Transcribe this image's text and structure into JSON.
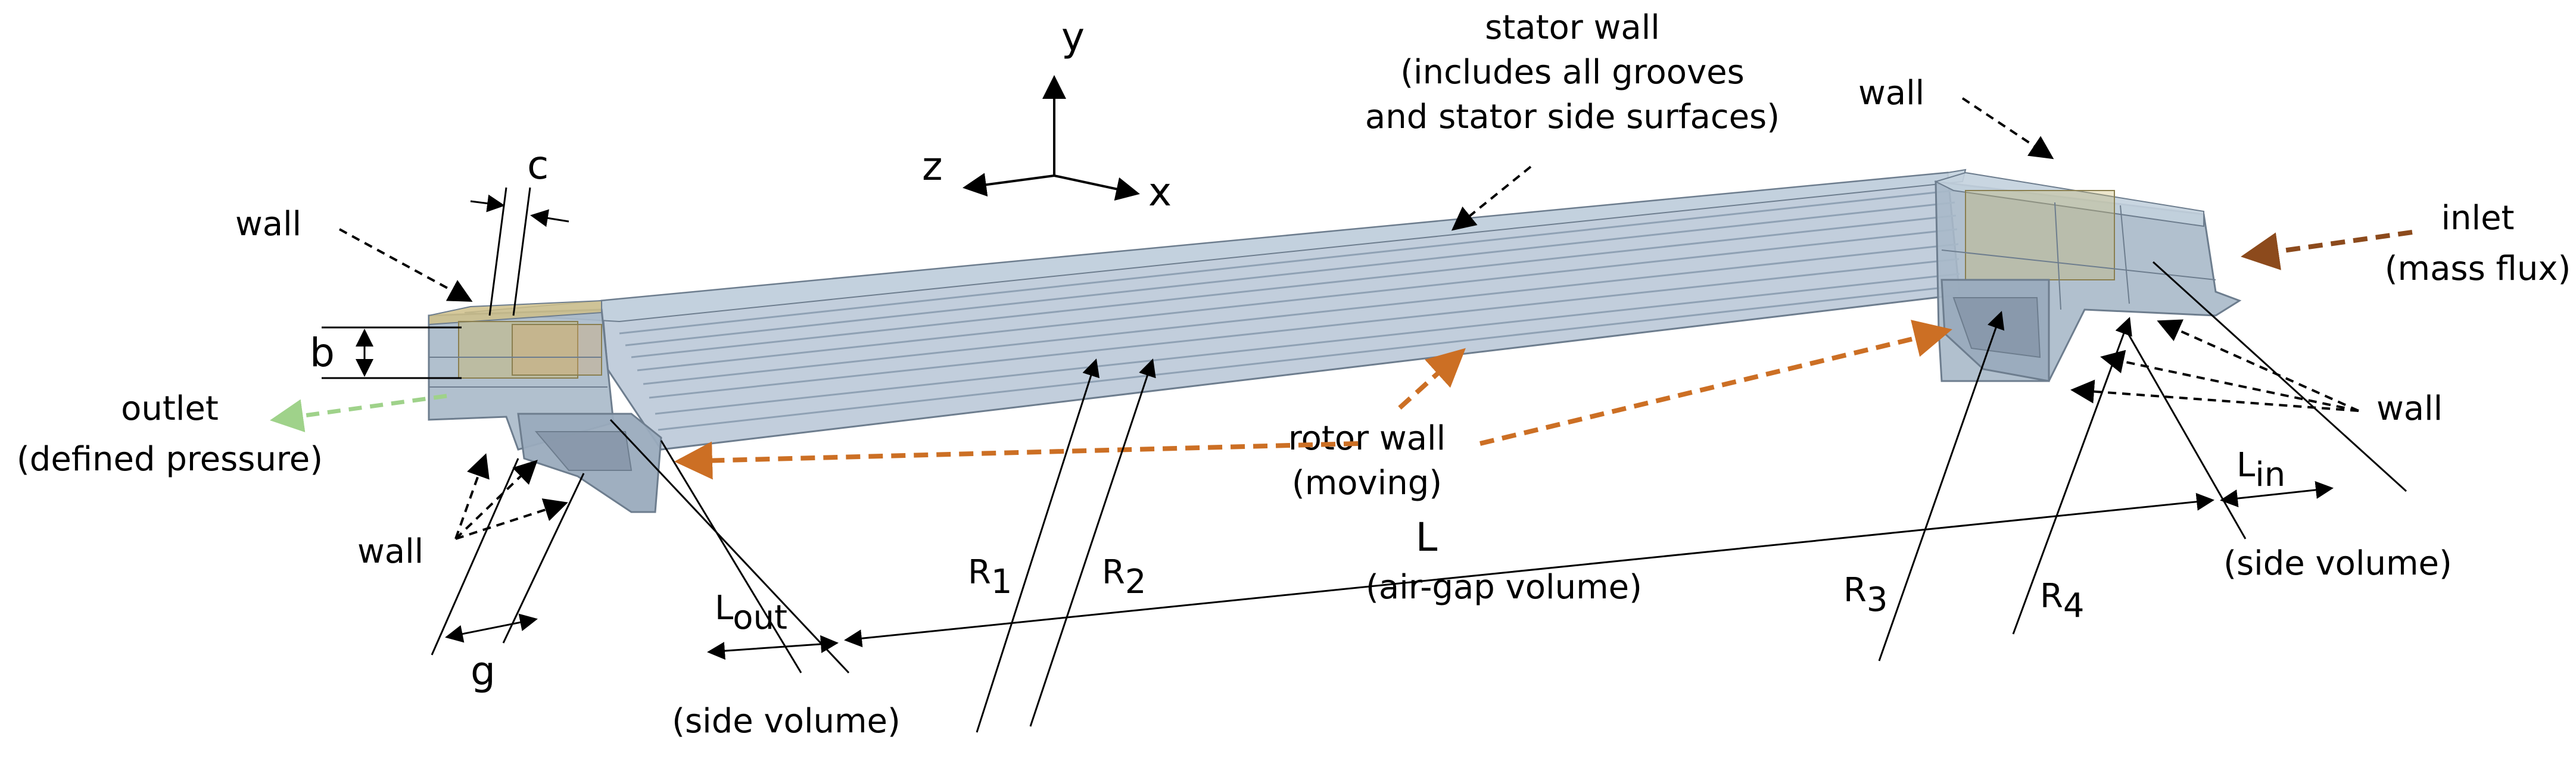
{
  "colors": {
    "body_fill": "#b7c6d6",
    "body_edge": "#6d7d8e",
    "groove_line": "#8fa1b4",
    "inlet_arrow": "#8c4a1c",
    "rotor_arrow": "#cc6f24",
    "outlet_arrow": "#9fd28a",
    "side_tint": "#c9b76d",
    "leader": "#000000"
  },
  "axes": {
    "y": "y",
    "z": "z",
    "x": "x"
  },
  "stator": {
    "line1": "stator wall",
    "line2": "(includes all grooves",
    "line3": "and stator side surfaces)"
  },
  "walls": {
    "top_left": "wall",
    "top_right": "wall",
    "bottom_left": "wall",
    "right": "wall"
  },
  "dims": {
    "c": "c",
    "b": "b",
    "g": "g"
  },
  "outlet": {
    "line1": "outlet",
    "line2": "(defined pressure)"
  },
  "inlet": {
    "line1": "inlet",
    "line2": "(mass flux)"
  },
  "rotor": {
    "line1": "rotor wall",
    "line2": "(moving)"
  },
  "radii": {
    "r1": {
      "base": "R",
      "sub": "1"
    },
    "r2": {
      "base": "R",
      "sub": "2"
    },
    "r3": {
      "base": "R",
      "sub": "3"
    },
    "r4": {
      "base": "R",
      "sub": "4"
    }
  },
  "L": {
    "main": "L",
    "desc": "(air-gap volume)"
  },
  "L_out": {
    "base": "L",
    "sub": "out",
    "desc": "(side volume)"
  },
  "L_in": {
    "base": "L",
    "sub": "in",
    "desc": "(side volume)"
  }
}
